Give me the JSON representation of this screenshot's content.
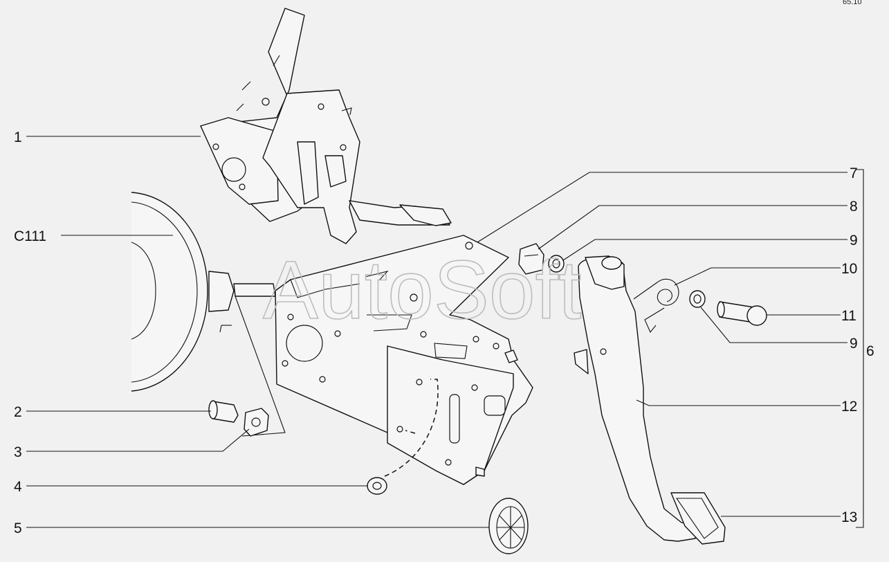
{
  "corner_code": "65.10",
  "watermark": "AutoSoft",
  "callouts": {
    "c1": "1",
    "c111": "C111",
    "c2": "2",
    "c3": "3",
    "c4": "4",
    "c5": "5",
    "c7": "7",
    "c8": "8",
    "c9a": "9",
    "c10": "10",
    "c11": "11",
    "c9b": "9",
    "c12": "12",
    "c13": "13",
    "c6": "6"
  }
}
